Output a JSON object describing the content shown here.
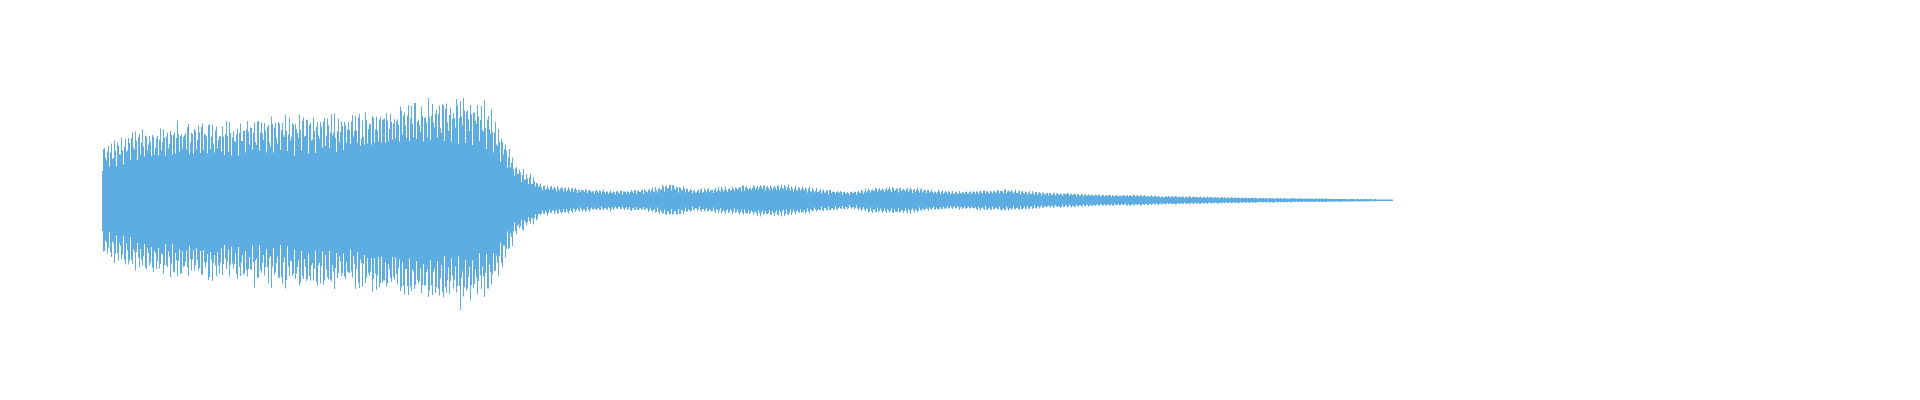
{
  "colors": {
    "background": "#ffffff",
    "waveform": "#5dade2"
  },
  "chart_data": {
    "type": "area",
    "title": "",
    "xlabel": "",
    "ylabel": "",
    "grid": false,
    "legend": "none",
    "axes_visible": false,
    "y_range": [
      -1,
      1
    ],
    "series": [
      {
        "envelope": {
          "x": [
            0.0,
            0.02,
            0.04,
            0.06,
            0.08,
            0.1,
            0.12,
            0.14,
            0.16,
            0.18,
            0.2,
            0.22,
            0.24,
            0.26,
            0.28,
            0.3,
            0.32,
            0.34,
            0.36,
            0.38,
            0.4,
            0.42,
            0.44,
            0.46,
            0.48,
            0.5,
            0.52,
            0.54,
            0.56,
            0.58,
            0.6,
            0.62,
            0.64,
            0.66,
            0.68,
            0.7,
            0.72,
            0.74,
            0.76,
            0.78,
            0.8,
            0.82,
            0.84,
            0.86,
            0.88,
            0.9,
            0.92,
            0.94,
            0.96,
            0.98,
            1.0
          ],
          "amplitude": [
            0.5,
            0.62,
            0.68,
            0.7,
            0.72,
            0.73,
            0.76,
            0.78,
            0.79,
            0.8,
            0.82,
            0.86,
            0.9,
            0.93,
            0.95,
            0.88,
            0.35,
            0.15,
            0.12,
            0.1,
            0.09,
            0.1,
            0.15,
            0.1,
            0.12,
            0.14,
            0.15,
            0.13,
            0.1,
            0.08,
            0.12,
            0.12,
            0.1,
            0.08,
            0.09,
            0.1,
            0.08,
            0.07,
            0.06,
            0.05,
            0.05,
            0.04,
            0.035,
            0.03,
            0.025,
            0.02,
            0.018,
            0.015,
            0.012,
            0.01,
            0.005
          ]
        }
      }
    ]
  }
}
